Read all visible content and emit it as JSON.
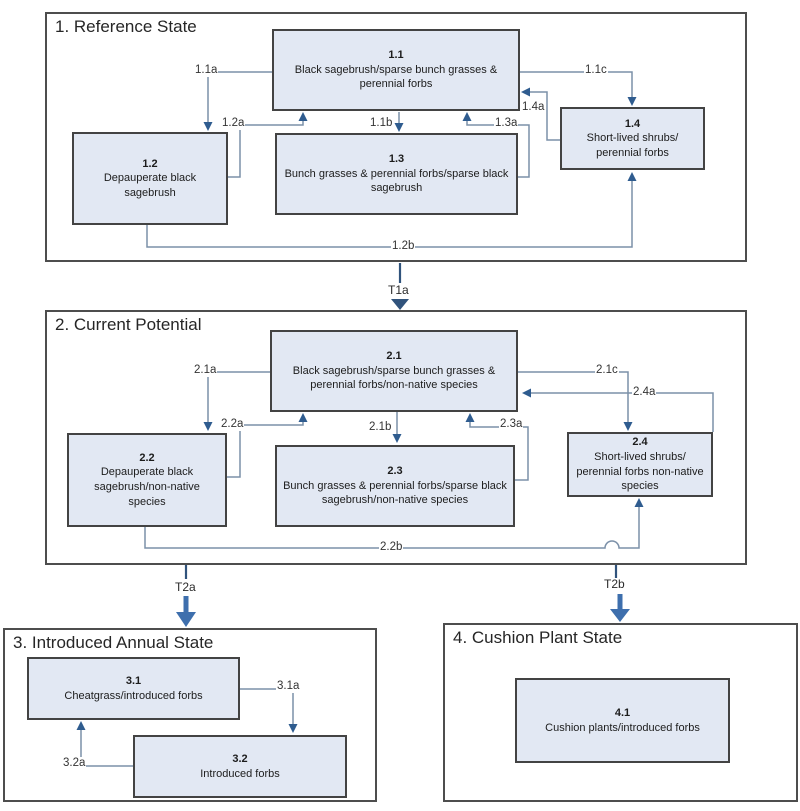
{
  "figure": {
    "type": "state-and-transition-model-diagram",
    "colors": {
      "box_fill": "#e2e8f3",
      "box_border": "#434343",
      "section_border": "#4d4d4d",
      "connector_line": "#7b90a8",
      "arrowhead": "#2f5c8f",
      "transition_arrow": "#3e6fad",
      "text": "#1c1c1c"
    },
    "sections": [
      {
        "title": "1. Reference State",
        "boxes": [
          {
            "number": "1.1",
            "name": "Black sagebrush/sparse bunch grasses & perennial forbs"
          },
          {
            "number": "1.2",
            "name": "Depauperate black sagebrush"
          },
          {
            "number": "1.3",
            "name": "Bunch grasses & perennial forbs/sparse black sagebrush"
          },
          {
            "number": "1.4",
            "name": "Short-lived shrubs/ perennial forbs"
          }
        ]
      },
      {
        "title": "2. Current Potential",
        "boxes": [
          {
            "number": "2.1",
            "name": "Black sagebrush/sparse bunch grasses & perennial forbs/non-native species"
          },
          {
            "number": "2.2",
            "name": "Depauperate black sagebrush/non-native species"
          },
          {
            "number": "2.3",
            "name": "Bunch grasses & perennial forbs/sparse black sagebrush/non-native species"
          },
          {
            "number": "2.4",
            "name": "Short-lived shrubs/ perennial forbs non-native species"
          }
        ]
      },
      {
        "title": "3. Introduced Annual State",
        "boxes": [
          {
            "number": "3.1",
            "name": "Cheatgrass/introduced forbs"
          },
          {
            "number": "3.2",
            "name": "Introduced forbs"
          }
        ]
      },
      {
        "title": "4. Cushion Plant State",
        "boxes": [
          {
            "number": "4.1",
            "name": "Cushion plants/introduced forbs"
          }
        ]
      }
    ],
    "pathways": {
      "p11a": "1.1a",
      "p12a": "1.2a",
      "p11b": "1.1b",
      "p13a": "1.3a",
      "p11c": "1.1c",
      "p14a": "1.4a",
      "p12b": "1.2b",
      "p21a": "2.1a",
      "p22a": "2.2a",
      "p21b": "2.1b",
      "p23a": "2.3a",
      "p21c": "2.1c",
      "p24a": "2.4a",
      "p22b": "2.2b",
      "p31a": "3.1a",
      "p32a": "3.2a"
    },
    "transitions": {
      "t1a": "T1a",
      "t2a": "T2a",
      "t2b": "T2b"
    }
  }
}
